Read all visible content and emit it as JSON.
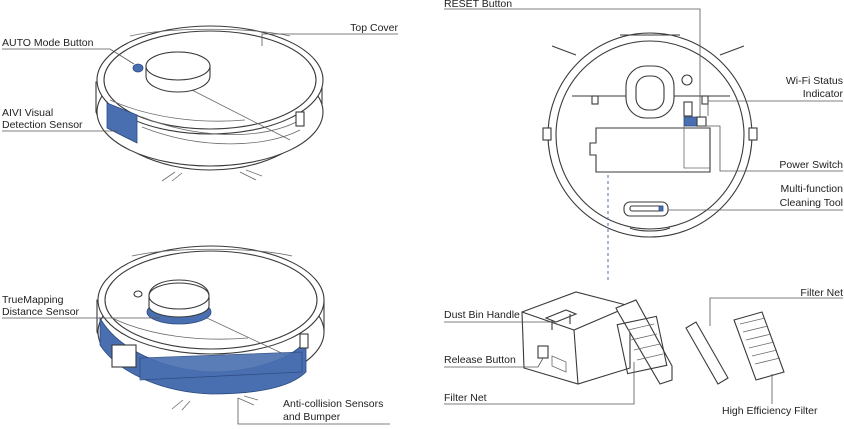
{
  "colors": {
    "accent": "#4a6fb0",
    "line": "#555555",
    "outline": "#3a3a3a",
    "text": "#222222"
  },
  "labels": {
    "auto_mode_button": "AUTO Mode Button",
    "top_cover": "Top Cover",
    "aivi_sensor_line1": "AIVI Visual",
    "aivi_sensor_line2": "Detection Sensor",
    "truemapping_line1": "TrueMapping",
    "truemapping_line2": "Distance Sensor",
    "anti_collision_line1": "Anti-collision Sensors",
    "anti_collision_line2": "and Bumper",
    "reset_button": "RESET Button",
    "wifi_line1": "Wi-Fi Status",
    "wifi_line2": "Indicator",
    "power_switch": "Power Switch",
    "multifunction_line1": "Multi-function",
    "multifunction_line2": "Cleaning Tool",
    "dust_bin_handle": "Dust Bin Handle",
    "release_button": "Release Button",
    "filter_net_left": "Filter Net",
    "filter_net_right": "Filter Net",
    "high_efficiency_filter": "High Efficiency Filter"
  }
}
